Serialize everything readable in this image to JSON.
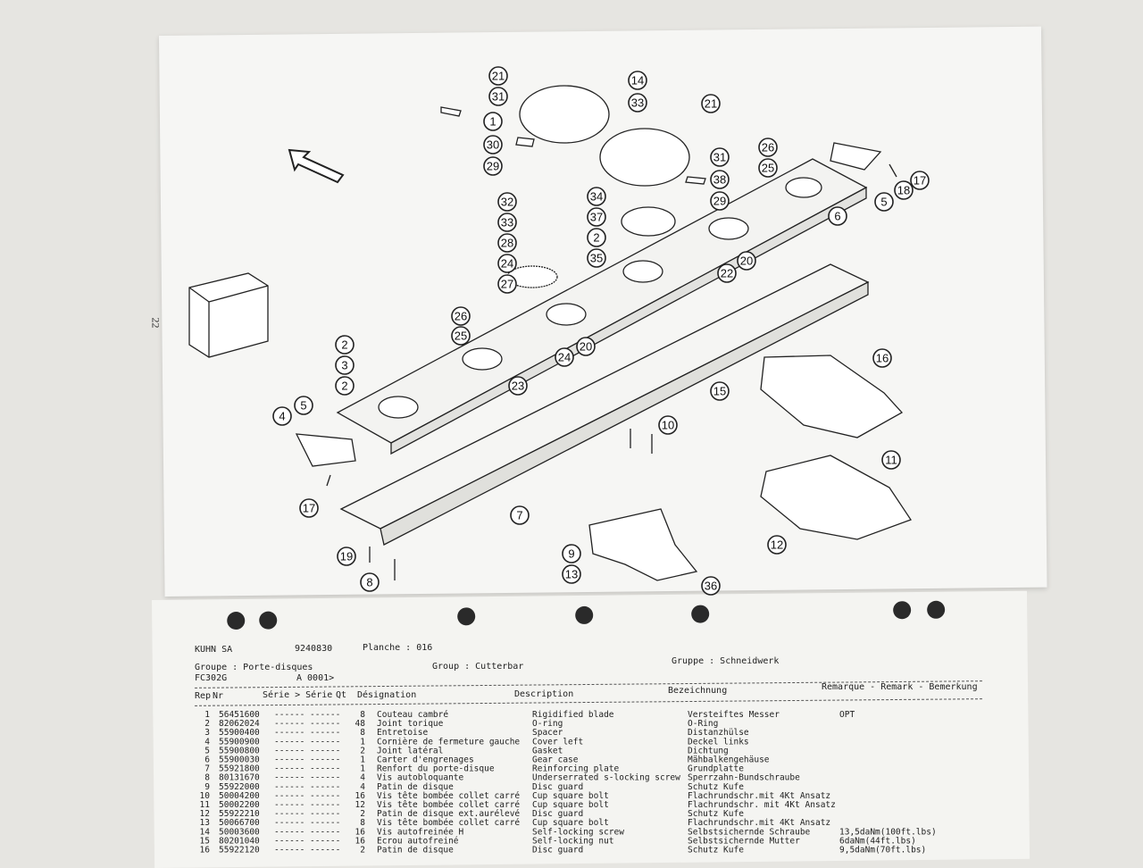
{
  "page_number": "22",
  "callouts": [
    "21",
    "31",
    "1",
    "30",
    "29",
    "14",
    "33",
    "21",
    "31",
    "38",
    "29",
    "26",
    "25",
    "17",
    "18",
    "5",
    "6",
    "34",
    "37",
    "2",
    "35",
    "22",
    "32",
    "33",
    "28",
    "24",
    "27",
    "20",
    "26",
    "25",
    "2",
    "3",
    "2",
    "20",
    "24",
    "23",
    "15",
    "4",
    "5",
    "17",
    "19",
    "8",
    "7",
    "10",
    "16",
    "11",
    "12",
    "9",
    "13",
    "36"
  ],
  "header": {
    "company": "KUHN SA",
    "doc_number": "9240830",
    "planche_label": "Planche : 016",
    "groupe_fr": "Groupe : Porte-disques",
    "group_en": "Group : Cutterbar",
    "gruppe_de": "Gruppe : Schneidwerk",
    "model": "FC302G",
    "series_range": "A 0001>"
  },
  "columns": {
    "rep": "Rep",
    "nr": "Nr",
    "serie": "Série > Série",
    "qt": "Qt",
    "designation": "Désignation",
    "description": "Description",
    "bezeichnung": "Bezeichnung",
    "remark": "Remarque - Remark - Bemerkung"
  },
  "parts": [
    {
      "rep": "1",
      "nr": "56451600",
      "serie": "------ ------",
      "qt": "8",
      "fr": "Couteau cambré",
      "en": "Rigidified blade",
      "de": "Versteiftes Messer",
      "remark": "OPT"
    },
    {
      "rep": "2",
      "nr": "82062024",
      "serie": "------ ------",
      "qt": "48",
      "fr": "Joint torique",
      "en": "O-ring",
      "de": "O-Ring",
      "remark": ""
    },
    {
      "rep": "3",
      "nr": "55900400",
      "serie": "------ ------",
      "qt": "8",
      "fr": "Entretoise",
      "en": "Spacer",
      "de": "Distanzhülse",
      "remark": ""
    },
    {
      "rep": "4",
      "nr": "55900900",
      "serie": "------ ------",
      "qt": "1",
      "fr": "Cornière de fermeture gauche",
      "en": "Cover left",
      "de": "Deckel links",
      "remark": ""
    },
    {
      "rep": "5",
      "nr": "55900800",
      "serie": "------ ------",
      "qt": "2",
      "fr": "Joint latéral",
      "en": "Gasket",
      "de": "Dichtung",
      "remark": ""
    },
    {
      "rep": "6",
      "nr": "55900030",
      "serie": "------ ------",
      "qt": "1",
      "fr": "Carter d'engrenages",
      "en": "Gear case",
      "de": "Mähbalkengehäuse",
      "remark": ""
    },
    {
      "rep": "7",
      "nr": "55921800",
      "serie": "------ ------",
      "qt": "1",
      "fr": "Renfort du porte-disque",
      "en": "Reinforcing plate",
      "de": "Grundplatte",
      "remark": ""
    },
    {
      "rep": "8",
      "nr": "80131670",
      "serie": "------ ------",
      "qt": "4",
      "fr": "Vis autobloquante",
      "en": "Underserrated s-locking screw",
      "de": "Sperrzahn-Bundschraube",
      "remark": ""
    },
    {
      "rep": "9",
      "nr": "55922000",
      "serie": "------ ------",
      "qt": "4",
      "fr": "Patin de disque",
      "en": "Disc guard",
      "de": "Schutz Kufe",
      "remark": ""
    },
    {
      "rep": "10",
      "nr": "50004200",
      "serie": "------ ------",
      "qt": "16",
      "fr": "Vis tête bombée collet carré",
      "en": "Cup square bolt",
      "de": "Flachrundschr.mit 4Kt Ansatz",
      "remark": ""
    },
    {
      "rep": "11",
      "nr": "50002200",
      "serie": "------ ------",
      "qt": "12",
      "fr": "Vis tête bombée collet carré",
      "en": "Cup square bolt",
      "de": "Flachrundschr. mit 4Kt Ansatz",
      "remark": ""
    },
    {
      "rep": "12",
      "nr": "55922210",
      "serie": "------ ------",
      "qt": "2",
      "fr": "Patin de disque ext.aurélevé",
      "en": "Disc guard",
      "de": "Schutz Kufe",
      "remark": ""
    },
    {
      "rep": "13",
      "nr": "50066700",
      "serie": "------ ------",
      "qt": "8",
      "fr": "Vis tête bombée collet carré",
      "en": "Cup square bolt",
      "de": "Flachrundschr.mit 4Kt Ansatz",
      "remark": ""
    },
    {
      "rep": "14",
      "nr": "50003600",
      "serie": "------ ------",
      "qt": "16",
      "fr": "Vis autofreinée H",
      "en": "Self-locking screw",
      "de": "Selbstsichernde Schraube",
      "remark": "13,5daNm(100ft.lbs)"
    },
    {
      "rep": "15",
      "nr": "80201040",
      "serie": "------ ------",
      "qt": "16",
      "fr": "Ecrou autofreiné",
      "en": "Self-locking nut",
      "de": "Selbstsichernde Mutter",
      "remark": "6daNm(44ft.lbs)"
    },
    {
      "rep": "16",
      "nr": "55922120",
      "serie": "------ ------",
      "qt": "2",
      "fr": "Patin de disque",
      "en": "Disc guard",
      "de": "Schutz Kufe",
      "remark": "9,5daNm(70ft.lbs)"
    }
  ]
}
